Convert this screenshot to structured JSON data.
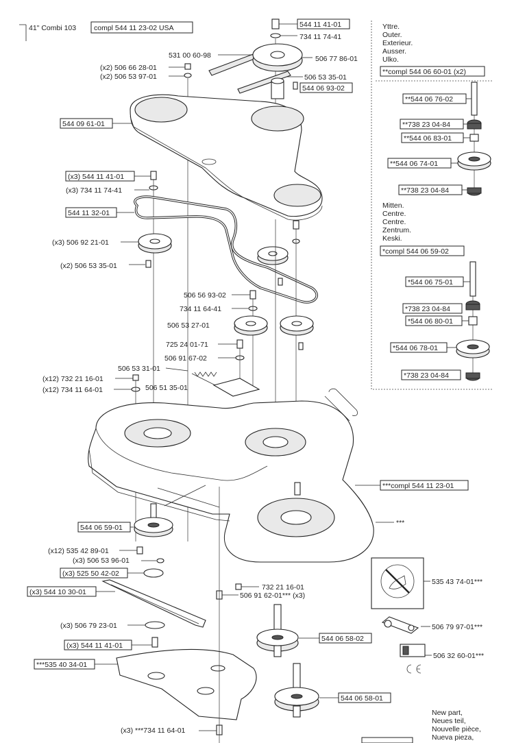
{
  "title": {
    "model": "41\" Combi 103",
    "compl": "compl 544 11 23-02 USA"
  },
  "legend_outer": [
    "Yttre.",
    "Outer.",
    "Exterieur.",
    "Ausser.",
    "Ulko."
  ],
  "legend_outer_compl": "**compl 544 06 60-01 (x2)",
  "legend_center": [
    "Mitten.",
    "Centre.",
    "Centre.",
    "Zentrum.",
    "Keski."
  ],
  "legend_center_compl": "*compl 544 06 59-02",
  "footer_note": [
    "New part,",
    "Neues teil,",
    "Nouvelle pièce,",
    "Nueva pieza,"
  ],
  "labels": {
    "top_screw": "544 11 41-01",
    "top_washer": "734 11 74-41",
    "belt_top": "531 00 60-98",
    "pulley_top": "506 77 86-01",
    "nut_x2": "(x2) 506 66 28-01",
    "washer_x2": "(x2) 506 53 97-01",
    "spacer": "506 53 35-01",
    "nut_box": "544 06 93-02",
    "cover_box": "544 09 61-01",
    "screw_x3": "(x3) 544 11 41-01",
    "washer_x3": "(x3) 734 11 74-41",
    "belt_box": "544 11 32-01",
    "idler_x3": "(x3) 506 92 21-01",
    "spacer_x3": "(x2) 506 53 35-01",
    "bolt_a": "506 56 93-02",
    "washer_a": "734 11 64-41",
    "idler_a": "506 53 27-01",
    "bolt_b": "725 24 01-71",
    "washer_b": "506 91 67-02",
    "spring": "506 53 31-01",
    "nut_x12": "(x12) 732 21 16-01",
    "washer_x12": "(x12) 734 11 64-01",
    "spacer_b": "506 51 35-01",
    "housing": "***compl 544 11 23-01",
    "housing_marker": "***",
    "spindle_left": "544 06 59-01",
    "bolt_x12": "(x12) 535 42 89-01",
    "washer_x3b": "(x3) 506 53 96-01",
    "spacer_x3b": "(x3) 525 50 42-02",
    "blade_x3": "(x3) 544 10 30-01",
    "washer_blade": "(x3) 506 79 23-01",
    "screw_blade": "(x3) 544 11 41-01",
    "plate": "***535 40 34-01",
    "nut_right": "732 21 16-01",
    "bolt_right": "506 91 62-01*** (x3)",
    "decal": "535 43 74-01***",
    "spindle_mid": "544 06 58-02",
    "tool": "506 79 97-01***",
    "ce_label": "506 32 60-01***",
    "spindle_bottom": "544 06 58-01",
    "bolt_bottom": "(x3) ***734 11 64-01",
    "outer_1": "**544 06 76-02",
    "outer_2": "**738 23 04-84",
    "outer_3": "**544 06 83-01",
    "outer_4": "**544 06 74-01",
    "outer_5": "**738 23 04-84",
    "center_1": "*544 06 75-01",
    "center_2": "*738 23 04-84",
    "center_3": "*544 06 80-01",
    "center_4": "*544 06 78-01",
    "center_5": "*738 23 04-84"
  },
  "icons": {
    "decal": "no-feet-warning-decal-icon",
    "ce": "ce-mark-icon"
  }
}
